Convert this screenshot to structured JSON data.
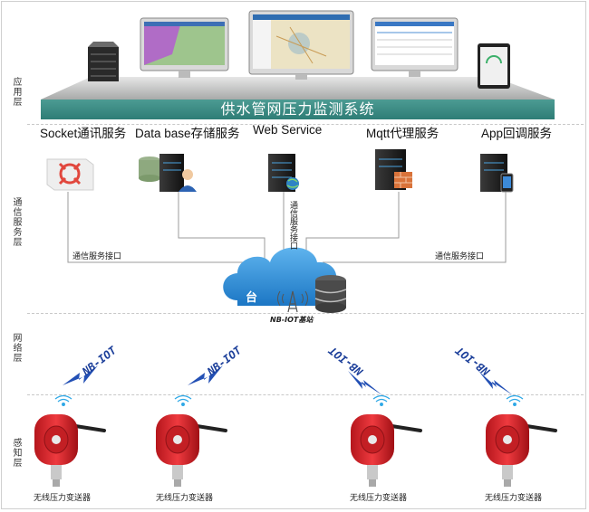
{
  "layers": {
    "application": "应用层",
    "communication": "通信服务层",
    "network": "网络层",
    "perception": "感知层"
  },
  "banner_title": "供水管网压力监测系统",
  "services": [
    {
      "label": "Socket通讯服务"
    },
    {
      "label": "Data base存储服务"
    },
    {
      "label": "Web Service"
    },
    {
      "label": "Mqtt代理服务"
    },
    {
      "label": "App回调服务"
    }
  ],
  "interfaces": {
    "left": "通信服务接口",
    "center": "通信服务接口",
    "right": "通信服务接口"
  },
  "platform": {
    "partial_text": "台",
    "base_station": "NB-IOT基站"
  },
  "nb_labels": [
    "NB-IOT",
    "NB-IOT",
    "NB-IOT",
    "NB-IOT"
  ],
  "sensors": [
    {
      "label": "无线压力变送器"
    },
    {
      "label": "无线压力变送器"
    },
    {
      "label": "无线压力变送器"
    },
    {
      "label": "无线压力变送器"
    }
  ],
  "colors": {
    "banner": "#3e8c84",
    "cloud": "#2f8fd8",
    "sensor_red": "#d8262c",
    "lightning": "#2350b5",
    "wifi": "#2ea8e6"
  }
}
